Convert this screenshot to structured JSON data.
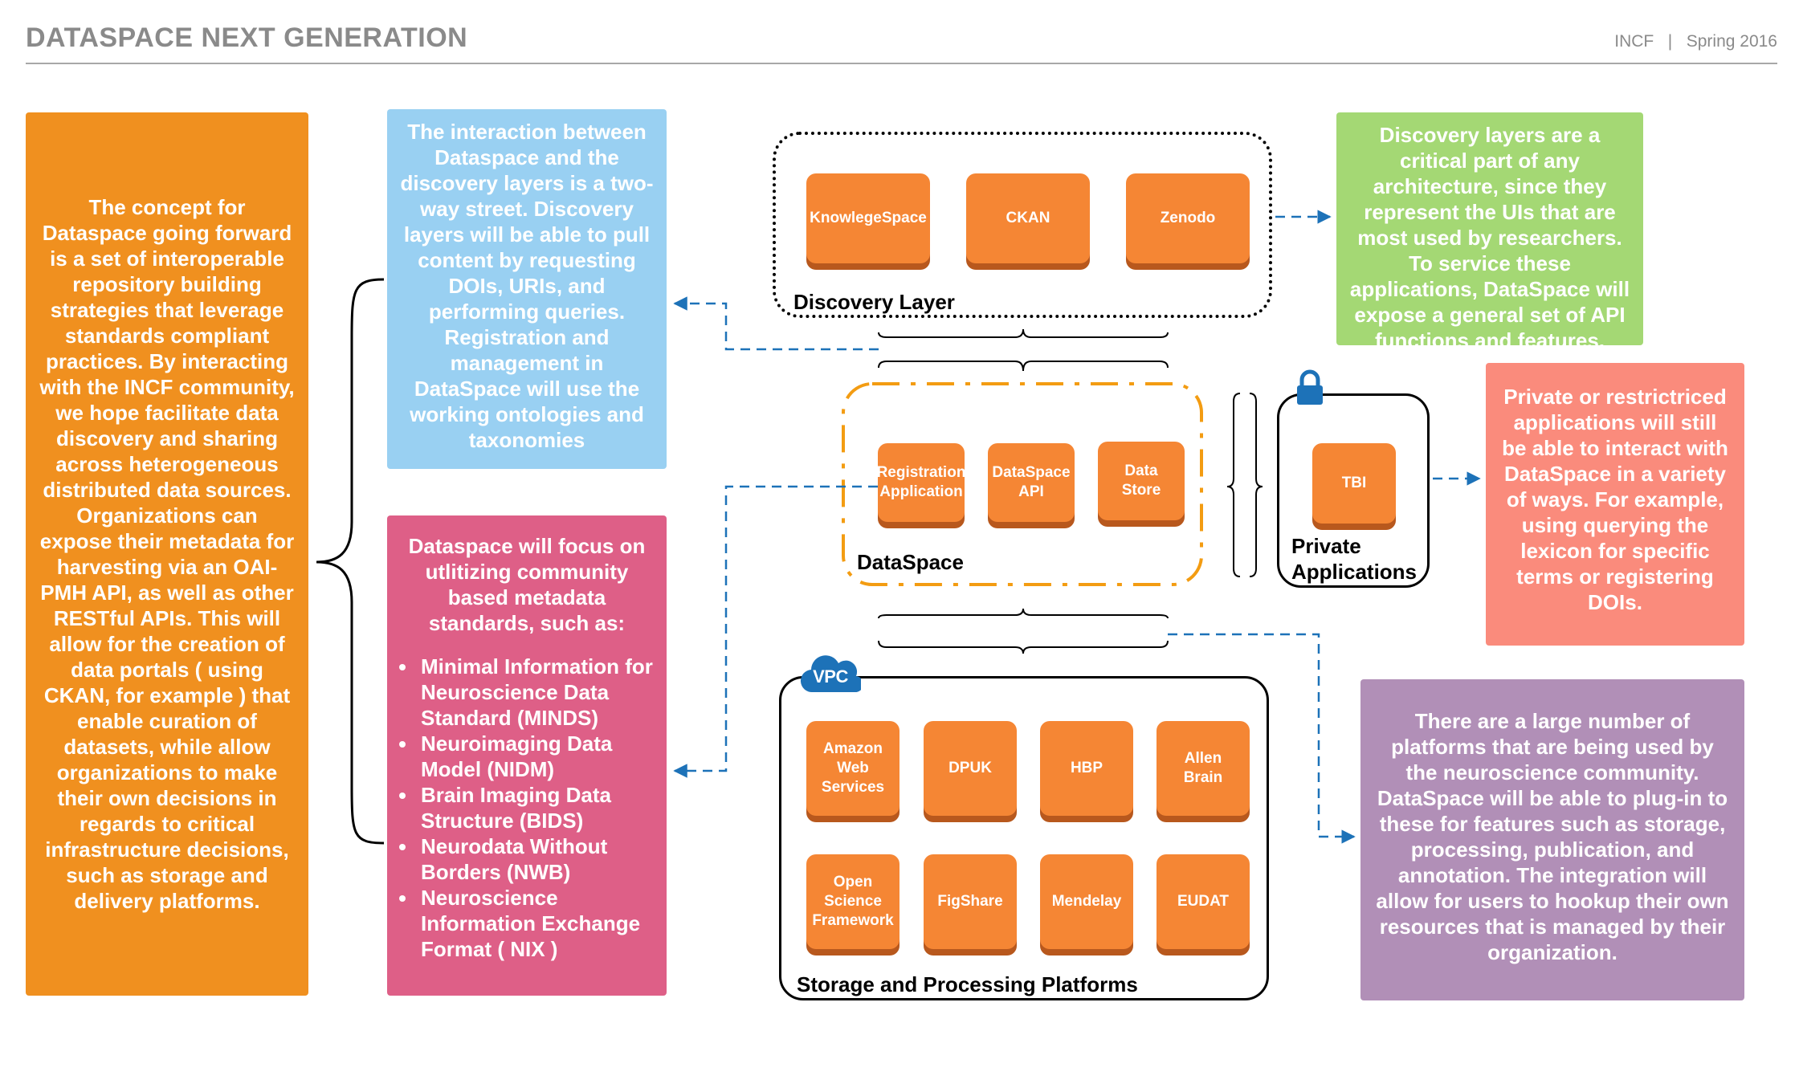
{
  "header": {
    "title": "DATASPACE NEXT GENERATION",
    "org": "INCF",
    "separator": "|",
    "date": "Spring 2016"
  },
  "notes": {
    "concept": "The concept for Dataspace going forward is a set of interoperable repository building strategies that leverage standards compliant practices. By interacting with the INCF community, we hope facilitate data discovery and sharing across heterogeneous distributed data sources. Organizations can expose their metadata for harvesting via an OAI-PMH API, as well as other RESTful APIs. This will allow for the creation of data portals ( using CKAN, for example ) that enable curation of datasets, while allow organizations to make their own decisions in regards to critical infrastructure decisions, such as storage and delivery platforms.",
    "interaction": "The interaction between Dataspace and the discovery layers is a two-way street. Discovery layers will be able to pull content by requesting DOIs, URIs, and performing queries. Registration and management in DataSpace will use the working ontologies and taxonomies",
    "metadata_intro": "Dataspace will focus on utlitizing community based metadata standards, such as:",
    "metadata_standards": [
      "Minimal Information for Neuroscience Data Standard (MINDS)",
      "Neuroimaging Data Model (NIDM)",
      "Brain Imaging Data Structure (BIDS)",
      "Neurodata Without Borders (NWB)",
      "Neuroscience Information Exchange Format ( NIX )"
    ],
    "discovery": "Discovery layers are a critical part of any architecture, since they represent the UIs that are most used by researchers. To service these applications, DataSpace will expose a general set of API functions and features, such as term querying, URI resolving, and DOI minting.",
    "private": "Private or restrictriced applications will still be able to interact with DataSpace in a variety of ways. For example, using querying the lexicon for specific terms or registering DOIs.",
    "platforms": "There are a large number of platforms that are being used by the neuroscience community. DataSpace will be able to plug-in to these for features such as storage, processing,  publication, and annotation.  The integration will allow for users to hookup their own resources that is managed by their organization."
  },
  "discovery_layer": {
    "label": "Discovery Layer",
    "nodes": [
      "KnowlegeSpace",
      "CKAN",
      "Zenodo"
    ]
  },
  "dataspace": {
    "label": "DataSpace",
    "nodes": [
      [
        "Registration",
        "Application"
      ],
      [
        "DataSpace",
        "API"
      ],
      [
        "Data",
        "Store"
      ]
    ]
  },
  "private_apps": {
    "label": [
      "Private",
      "Applications"
    ],
    "nodes": [
      "TBI"
    ]
  },
  "storage": {
    "label": "Storage and Processing Platforms",
    "badge": "VPC",
    "row1": [
      [
        "Amazon",
        "Web",
        "Services"
      ],
      [
        "DPUK"
      ],
      [
        "HBP"
      ],
      [
        "Allen",
        "Brain"
      ]
    ],
    "row2": [
      [
        "Open",
        "Science",
        "Framework"
      ],
      [
        "FigShare"
      ],
      [
        "Mendelay"
      ],
      [
        "EUDAT"
      ]
    ]
  },
  "colors": {
    "orange_note": "#f0901f",
    "blue_note": "#99d0f2",
    "pink_note": "#de5f87",
    "green_note": "#a4d874",
    "salmon_note": "#fa8b7c",
    "purple_note": "#b18fb7",
    "node": "#f58634",
    "connector": "#1d72b8",
    "dataspace_border": "#f39c12"
  }
}
